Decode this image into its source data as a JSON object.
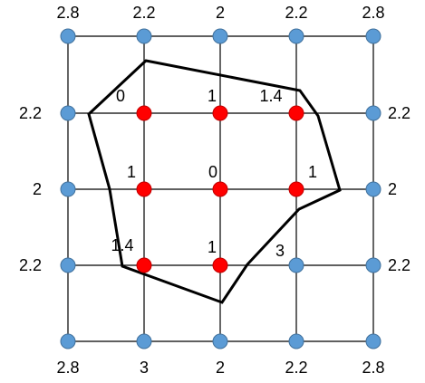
{
  "grid": {
    "cols": 5,
    "rows": 5,
    "colors": {
      "line": "#000000",
      "boundary_node": "#5b9bd5",
      "boundary_node_stroke": "#41719c",
      "interior_node": "#ff0000",
      "interior_node_stroke": "#c00000",
      "polygon": "#000000"
    },
    "interior_nodes": [
      [
        1,
        1
      ],
      [
        2,
        1
      ],
      [
        3,
        1
      ],
      [
        1,
        2
      ],
      [
        2,
        2
      ],
      [
        3,
        2
      ],
      [
        1,
        3
      ],
      [
        2,
        3
      ]
    ]
  },
  "labels": {
    "top": [
      "2.8",
      "2.2",
      "2",
      "2.2",
      "2.8"
    ],
    "bottom": [
      "2.8",
      "3",
      "2",
      "2.2",
      "2.8"
    ],
    "left": [
      "2.2",
      "2",
      "2.2"
    ],
    "right": [
      "2.2",
      "2",
      "2.2"
    ],
    "interior": [
      {
        "node": [
          1,
          1
        ],
        "text": "0"
      },
      {
        "node": [
          2,
          1
        ],
        "text": "1"
      },
      {
        "node": [
          3,
          1
        ],
        "text": "1.4"
      },
      {
        "node": [
          1,
          2
        ],
        "text": "1"
      },
      {
        "node": [
          2,
          2
        ],
        "text": "0"
      },
      {
        "node": [
          3,
          2
        ],
        "text": "1"
      },
      {
        "node": [
          1,
          3
        ],
        "text": "1.4"
      },
      {
        "node": [
          2,
          3
        ],
        "text": "1"
      },
      {
        "node": [
          3,
          3
        ],
        "text": "3"
      }
    ]
  }
}
